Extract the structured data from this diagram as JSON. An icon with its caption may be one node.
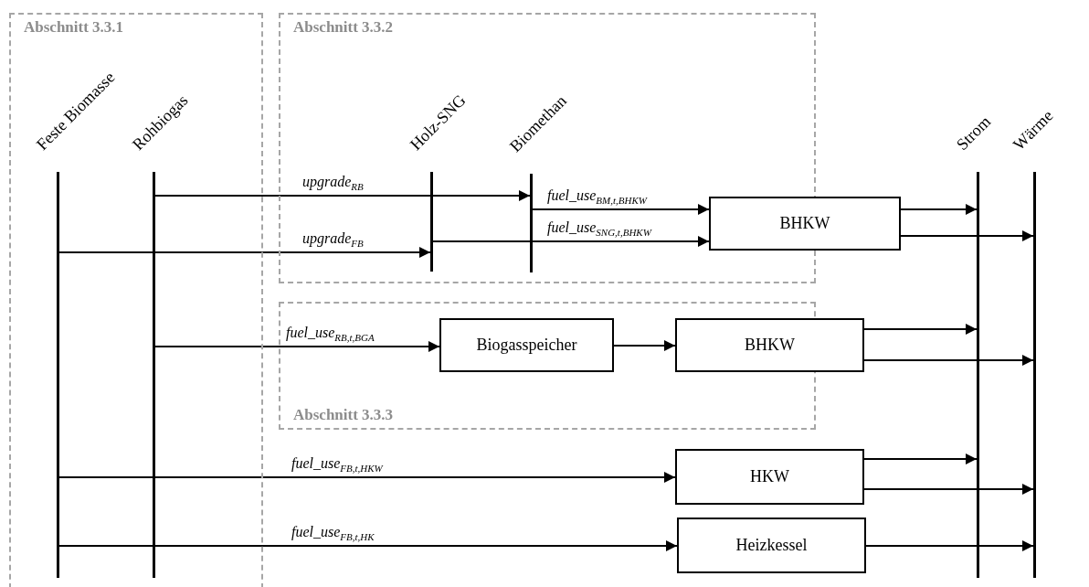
{
  "diagram": {
    "nodes": [
      {
        "text": [
          "Abschnitt 3.3.1"
        ]
      },
      {
        "text": [
          "Feste Biomasse"
        ],
        "in": 0
      },
      {
        "text": [
          "Rohbiogas"
        ],
        "in": 0
      },
      {
        "text": [
          "Abschnitt 3.3.2"
        ]
      },
      {
        "text": [
          "Holz-SNG"
        ],
        "in": 3
      },
      {
        "text": [
          "Biomethan"
        ],
        "in": 3
      },
      {
        "text": [
          "BHKW"
        ]
      },
      {
        "text": [
          "Abschnitt 3.3.3"
        ]
      },
      {
        "text": [
          "Biogasspeicher"
        ],
        "in": 7
      },
      {
        "text": [
          "BHKW"
        ]
      },
      {
        "text": [
          "HKW"
        ]
      },
      {
        "text": [
          "Heizkessel"
        ]
      },
      {
        "text": [
          "Strom"
        ]
      },
      {
        "text": [
          "Wärme"
        ]
      }
    ],
    "edges": [
      {
        "from": 2,
        "to": 5,
        "arrow": "to",
        "label": "upgrade$_{RB}$"
      },
      {
        "from": 1,
        "to": 4,
        "arrow": "to",
        "label": "upgrade$_{FB}$"
      },
      {
        "from": 5,
        "to": 6,
        "arrow": "to",
        "label": "fuel_use$_{BM,t,BHKW}$"
      },
      {
        "from": 4,
        "to": 6,
        "arrow": "to",
        "label": "fuel_use$_{SNG,t,BHKW}$"
      },
      {
        "from": 6,
        "to": 12,
        "arrow": "to"
      },
      {
        "from": 6,
        "to": 13,
        "arrow": "to"
      },
      {
        "from": 2,
        "to": 8,
        "arrow": "to",
        "label": "fuel_use$_{RB,t,BGA}$"
      },
      {
        "from": 8,
        "to": 9,
        "arrow": "to"
      },
      {
        "from": 9,
        "to": 12,
        "arrow": "to"
      },
      {
        "from": 9,
        "to": 13,
        "arrow": "to"
      },
      {
        "from": 1,
        "to": 10,
        "arrow": "to",
        "label": "fuel_use$_{FB,t,HKW}$"
      },
      {
        "from": 10,
        "to": 12,
        "arrow": "to"
      },
      {
        "from": 10,
        "to": 13,
        "arrow": "to"
      },
      {
        "from": 1,
        "to": 11,
        "arrow": "to",
        "label": "fuel_use$_{FB,t,HK}$"
      },
      {
        "from": 11,
        "to": 13,
        "arrow": "to"
      }
    ]
  }
}
